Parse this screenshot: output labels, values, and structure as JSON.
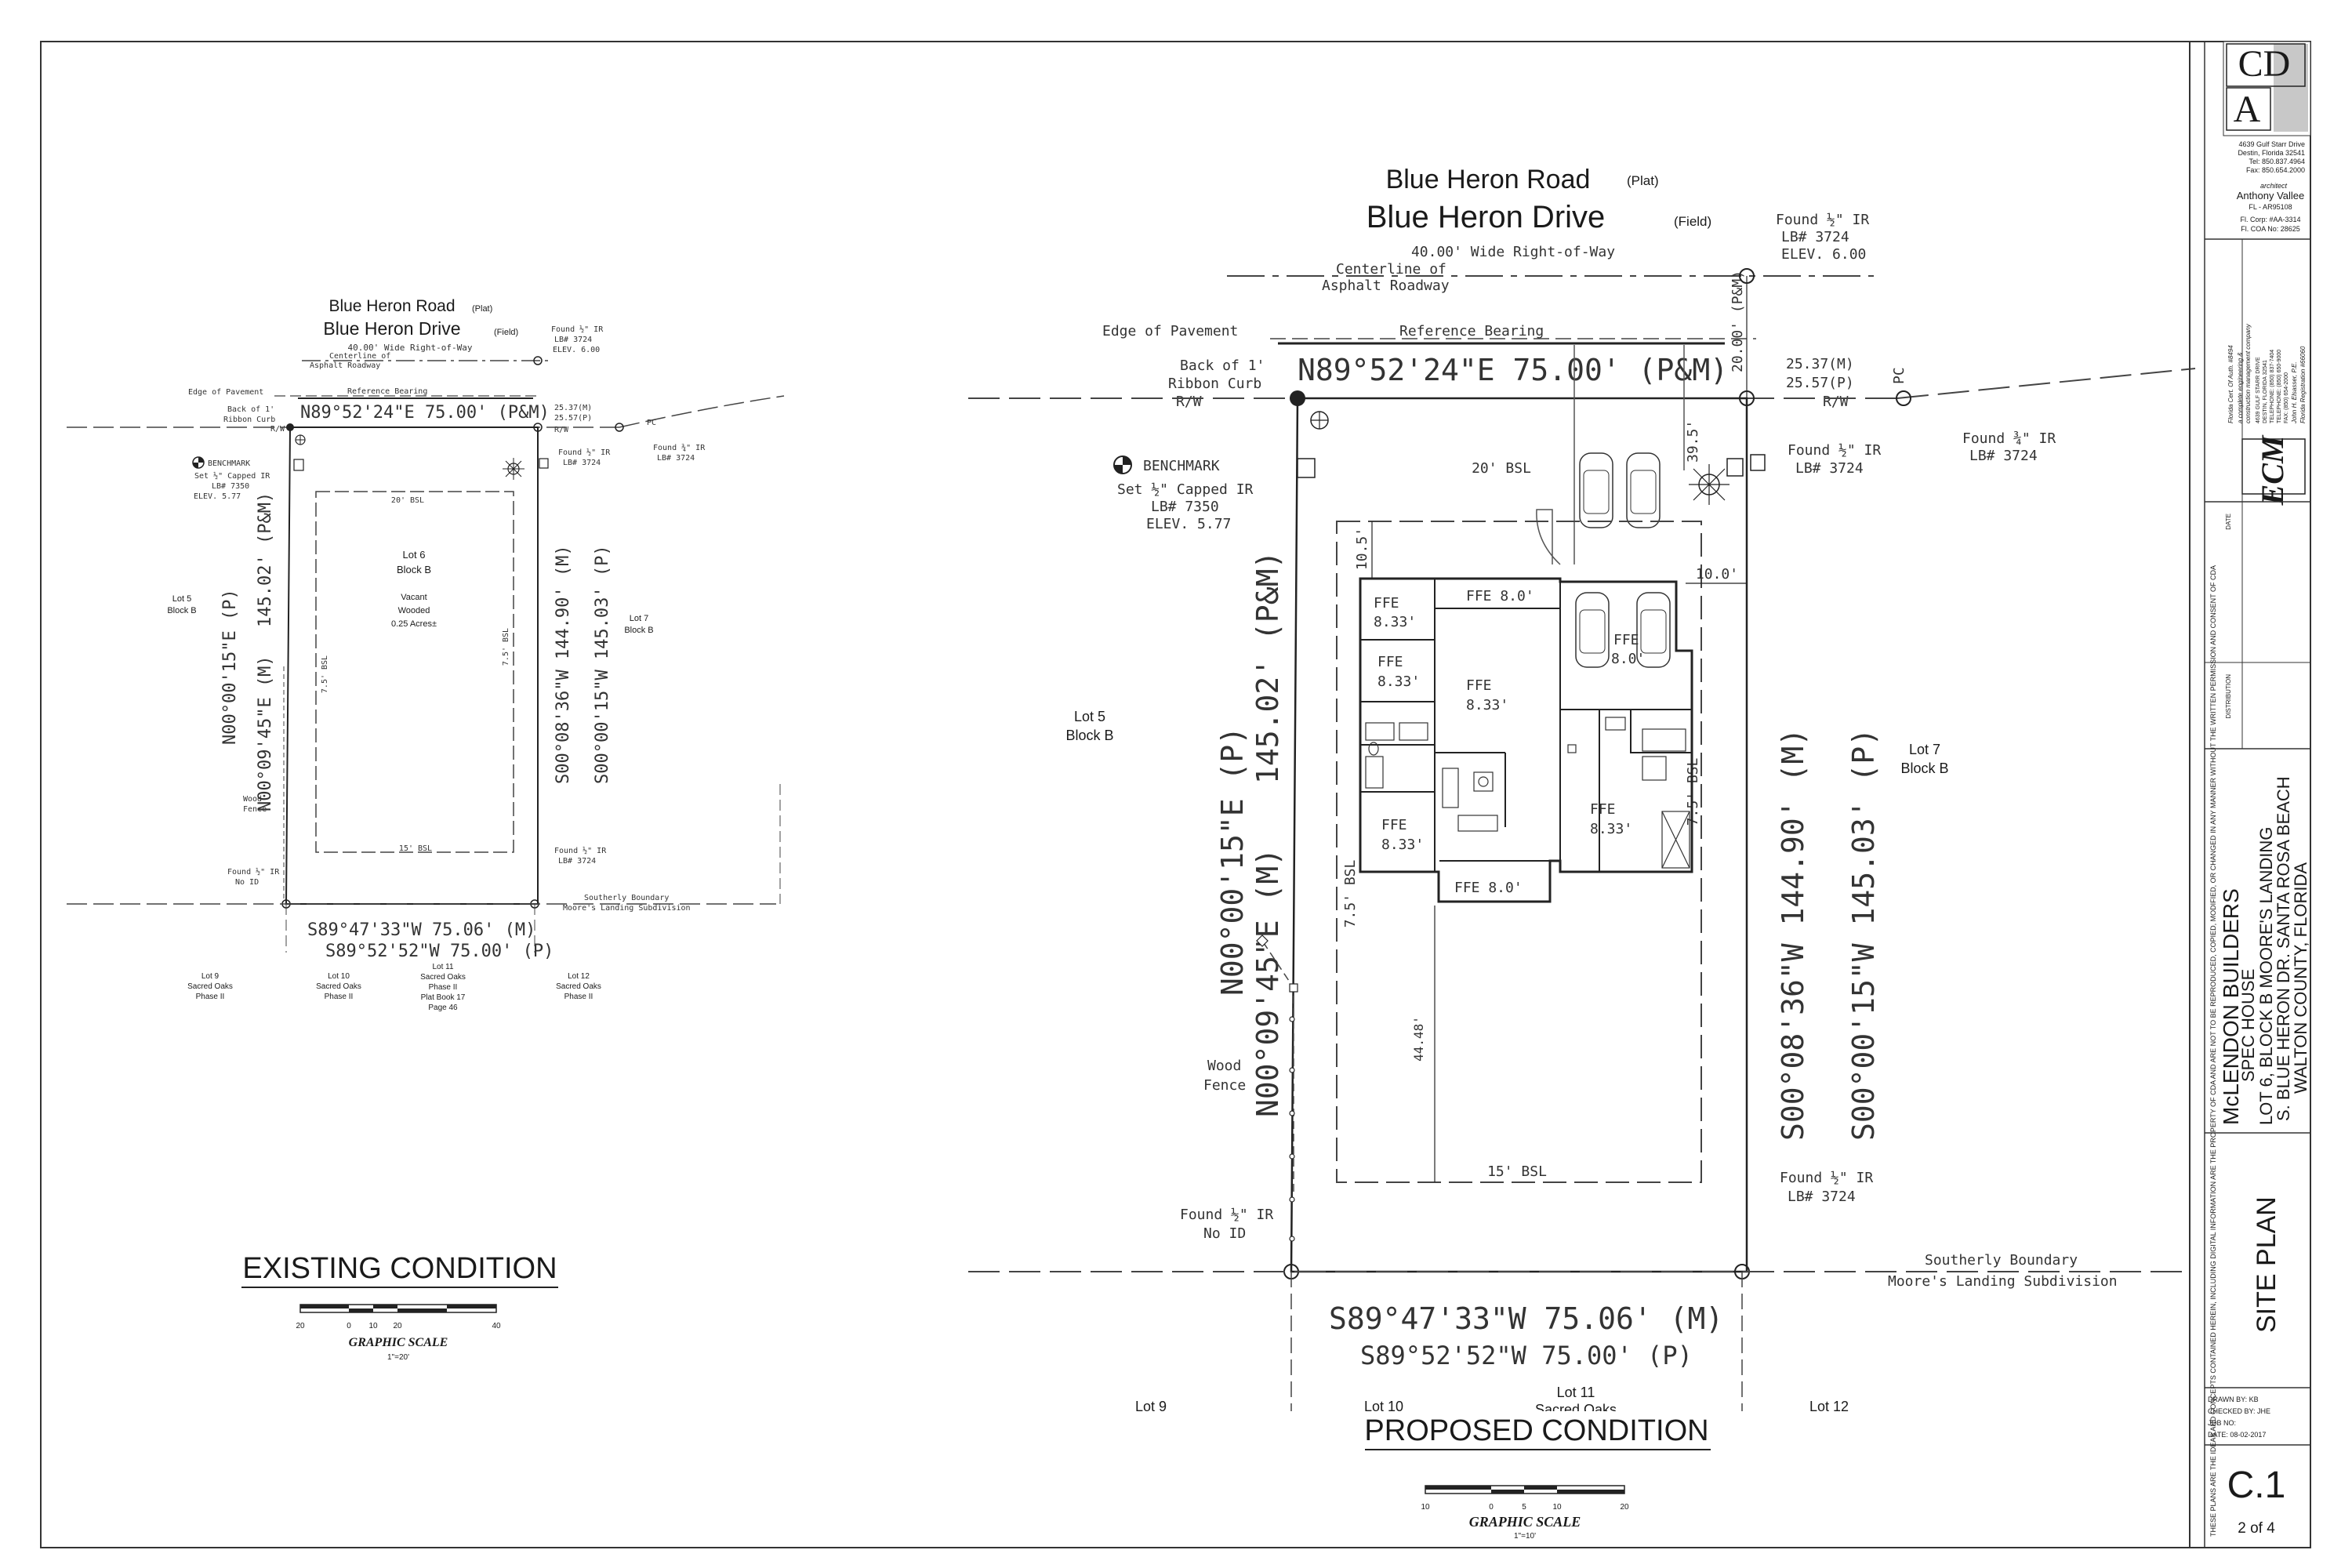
{
  "existing": {
    "road_plat": "Blue Heron Road",
    "road_plat_tag": "(Plat)",
    "road_field": "Blue Heron Drive",
    "road_field_tag": "(Field)",
    "row_width": "40.00' Wide Right-of-Way",
    "centerline_1": "Centerline of",
    "centerline_2": "Asphalt Roadway",
    "edge_pavement": "Edge of Pavement",
    "reference_bearing": "Reference Bearing",
    "back_curb_1": "Back of 1'",
    "back_curb_2": "Ribbon Curb",
    "rw": "R/W",
    "rw2": "R/W",
    "pc": "PC",
    "north_bearing": "N89°52'24\"E     75.00' (P&M)",
    "dist_m": "25.37(M)",
    "dist_p": "25.57(P)",
    "found_top_1": "Found ½\" IR",
    "found_top_2": "LB# 3724",
    "found_top_3": "ELEV. 6.00",
    "found_ne_1": "Found ½\" IR",
    "found_ne_2": "LB# 3724",
    "found_pc_1": "Found ¾\" IR",
    "found_pc_2": "LB# 3724",
    "benchmark_1": "BENCHMARK",
    "benchmark_2": "Set ½\" Capped IR",
    "benchmark_3": "LB# 7350",
    "benchmark_4": "ELEV. 5.77",
    "bsl_20": "20' BSL",
    "bsl_15": "15' BSL",
    "bsl_75a": "7.5' BSL",
    "bsl_75b": "7.5' BSL",
    "lot_1": "Lot 6",
    "lot_2": "Block B",
    "lot_3": "Vacant",
    "lot_4": "Wooded",
    "lot_5": "0.25 Acres±",
    "lot5_1": "Lot 5",
    "lot5_2": "Block B",
    "lot7_1": "Lot 7",
    "lot7_2": "Block B",
    "west_p": "N00°00'15\"E  (P)",
    "west_m": "N00°09'45\"E  (M)",
    "west_dist": "145.02' (P&M)",
    "east_m": "S00°08'36\"W  144.90' (M)",
    "east_p": "S00°00'15\"W  145.03' (P)",
    "fence_1": "Wood",
    "fence_2": "Fence",
    "found_sw_1": "Found ½\" IR",
    "found_sw_2": "No ID",
    "found_se_1": "Found ½\" IR",
    "found_se_2": "LB# 3724",
    "south_m": "S89°47'33\"W     75.06' (M)",
    "south_p": "S89°52'52\"W     75.00' (P)",
    "southerly_1": "Southerly Boundary",
    "southerly_2": "Moore's Landing Subdivision",
    "lot9": [
      "Lot 9",
      "Sacred Oaks",
      "Phase II"
    ],
    "lot10": [
      "Lot 10",
      "Sacred Oaks",
      "Phase II"
    ],
    "lot11": [
      "Lot 11",
      "Sacred Oaks",
      "Phase II",
      "Plat Book 17",
      "Page 46"
    ],
    "lot12": [
      "Lot 12",
      "Sacred Oaks",
      "Phase II"
    ],
    "heading": "EXISTING CONDITION",
    "scale_ticks": [
      "20",
      "0",
      "10",
      "20",
      "40"
    ],
    "scale_title": "GRAPHIC SCALE",
    "scale_ratio": "1\"=20'"
  },
  "proposed": {
    "road_plat": "Blue Heron Road",
    "road_plat_tag": "(Plat)",
    "road_field": "Blue Heron Drive",
    "road_field_tag": "(Field)",
    "row_width": "40.00' Wide Right-of-Way",
    "centerline_1": "Centerline of",
    "centerline_2": "Asphalt Roadway",
    "edge_pavement": "Edge of Pavement",
    "reference_bearing": "Reference Bearing",
    "back_curb_1": "Back of 1'",
    "back_curb_2": "Ribbon Curb",
    "rw": "R/W",
    "rw2": "R/W",
    "pc": "PC",
    "north_bearing": "N89°52'24\"E     75.00' (P&M)",
    "dist_m": "25.37(M)",
    "dist_p": "25.57(P)",
    "row_dim": "20.00' (P&M)",
    "setback_395": "39.5'",
    "found_top_1": "Found ½\" IR",
    "found_top_2": "LB# 3724",
    "found_top_3": "ELEV. 6.00",
    "found_ne_1": "Found ½\" IR",
    "found_ne_2": "LB# 3724",
    "found_pc_1": "Found ¾\" IR",
    "found_pc_2": "LB# 3724",
    "benchmark_1": "BENCHMARK",
    "benchmark_2": "Set ½\" Capped IR",
    "benchmark_3": "LB# 7350",
    "benchmark_4": "ELEV. 5.77",
    "bsl_20": "20' BSL",
    "bsl_15": "15' BSL",
    "bsl_75a": "7.5' BSL",
    "bsl_75b": "7.5' BSL",
    "dim_105": "10.5'",
    "dim_100": "10.0'",
    "dim_4448": "44.48'",
    "lot5_1": "Lot 5",
    "lot5_2": "Block B",
    "lot7_1": "Lot 7",
    "lot7_2": "Block B",
    "west_p": "N00°00'15\"E  (P)",
    "west_m": "N00°09'45\"E  (M)",
    "west_dist": "145.02'  (P&M)",
    "east_m": "S00°08'36\"W    144.90'  (M)",
    "east_p": "S00°00'15\"W    145.03'  (P)",
    "fence_1": "Wood",
    "fence_2": "Fence",
    "found_sw_1": "Found ½\" IR",
    "found_sw_2": "No ID",
    "found_se_1": "Found ½\" IR",
    "found_se_2": "LB# 3724",
    "south_m": "S89°47'33\"W     75.06'  (M)",
    "south_p": "S89°52'52\"W     75.00'  (P)",
    "southerly_1": "Southerly Boundary",
    "southerly_2": "Moore's Landing Subdivision",
    "lot9": "Lot 9",
    "lot10": "Lot 10",
    "lot11_1": "Lot 11",
    "lot11_2": "Sacred Oaks",
    "lot12": "Lot 12",
    "ffe_top": "FFE 8.0'",
    "ffe_bottom": "FFE 8.0'",
    "ffe_garage_1": "FFE",
    "ffe_garage_2": "8.0'",
    "ffe_label": "FFE",
    "ffe_val": "8.33'",
    "heading": "PROPOSED CONDITION",
    "scale_ticks": [
      "10",
      "0",
      "5",
      "10",
      "20"
    ],
    "scale_title": "GRAPHIC SCALE",
    "scale_ratio": "1\"=10'"
  },
  "title_block": {
    "logo_1": "CD",
    "logo_2": "A",
    "addr": [
      "4639 Gulf Starr Drive",
      "Destin, Florida 32541",
      "Tel:    850.837.4964",
      "Fax:    850.654.2000"
    ],
    "architect_role": "architect",
    "architect_name": "Anthony Vallee",
    "architect_lic": [
      "FL - AR95108",
      "Fl. Corp: #AA-3314",
      "Fl. COA No: 28625"
    ],
    "engineer_lines": [
      "Florida Cert. Of Auth. #8494",
      "a complete engineering &",
      "construction management company",
      "4639 GULF STARR DRIVE",
      "DESTIN, FLORIDA 32541",
      "TELEPHONE: (850) 837-7404",
      "TELEPHONE: (850) 650-9000",
      "FAX: (850) 654-2000",
      "John H. Elsasser, P.E.",
      "Florida Registration #66060"
    ],
    "engineer_logo": "ECM",
    "date_label": "DATE",
    "distribution_label": "DISTRIBUTION",
    "project_1": "McLENDON BUILDERS",
    "project_2": "SPEC HOUSE",
    "project_3": "LOT 6, BLOCK B MOORE'S LANDING",
    "project_4": "S. BLUE HERON DR. SANTA ROSA BEACH",
    "project_5": "WALTON COUNTY, FLORIDA",
    "sheet_title": "SITE PLAN",
    "drawn_by": "DRAWN BY:  KB",
    "checked_by": "CHECKED BY:  JHE",
    "job_no": "JOB NO:",
    "date": "DATE: 08-02-2017",
    "sheet_no": "C.1",
    "page": "2   of   4"
  },
  "copyright": "THESE PLANS ARE THE IDEAS AND CONCEPTS CONTAINED HEREIN, INCLUDING DIGITAL INFORMATION ARE THE PROPERTY OF CDA AND ARE NOT TO BE REPRODUCED, COPIED, MODIFIED, OR CHANGED IN ANY MANNER WITHOUT THE WRITTEN PERMISSION AND CONSENT OF CDA"
}
